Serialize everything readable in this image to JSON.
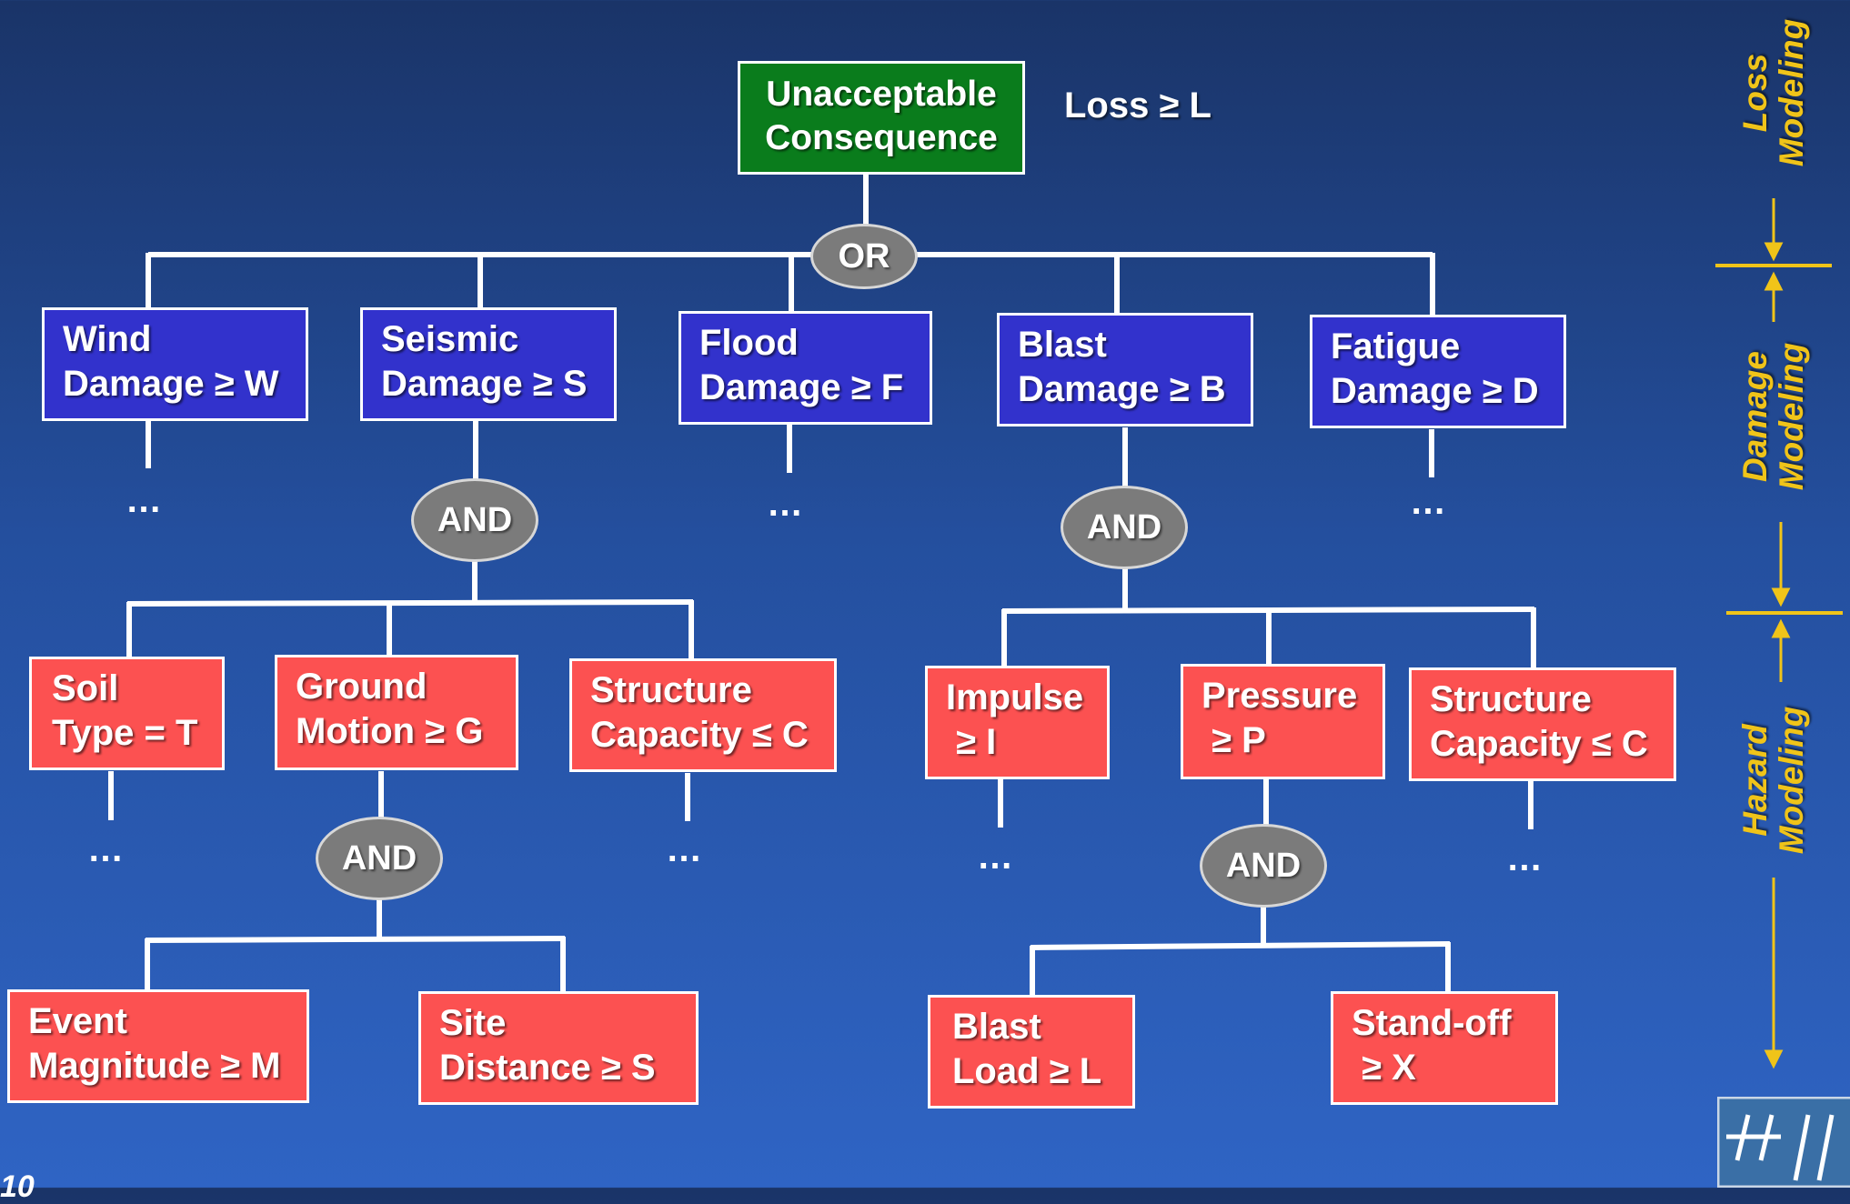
{
  "top": {
    "label": "Unacceptable\nConsequence",
    "note": "Loss ≥ L"
  },
  "gates": {
    "or": "OR",
    "seismic_and": "AND",
    "ground_and": "AND",
    "blast_and": "AND",
    "pressure_and": "AND"
  },
  "damage": {
    "wind": "Wind\nDamage ≥ W",
    "seismic": "Seismic\nDamage ≥ S",
    "flood": "Flood\nDamage ≥ F",
    "blast": "Blast\nDamage ≥ B",
    "fatigue": "Fatigue\nDamage ≥ D"
  },
  "hazard": {
    "soil": "Soil\nType = T",
    "ground": "Ground\nMotion ≥ G",
    "structure1": "Structure\nCapacity ≤ C",
    "impulse": "Impulse\n ≥ I",
    "pressure": "Pressure\n ≥ P",
    "structure2": "Structure\nCapacity ≤ C",
    "event": "Event\nMagnitude ≥ M",
    "site": "Site\nDistance ≥ S",
    "blastload": "Blast\nLoad ≥ L",
    "standoff": "Stand-off\n ≥ X"
  },
  "ellipsis": "…",
  "side_labels": {
    "loss": "Loss\nModeling",
    "damage": "Damage\nModeling",
    "hazard": "Hazard\nModeling"
  },
  "page_number": "10",
  "colors": {
    "consequence": "#0a7c1c",
    "damage": "#3232cc",
    "hazard": "#fc5151",
    "gate": "#7b7b7b",
    "accent": "#f0c419",
    "connector": "#ffffff"
  }
}
